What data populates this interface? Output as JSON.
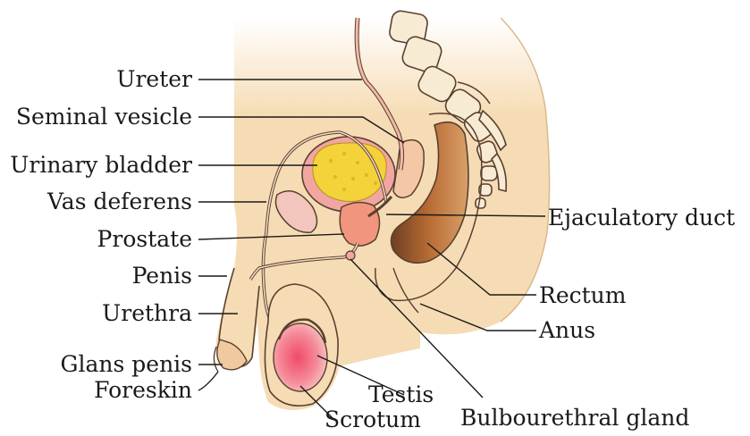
{
  "labels": {
    "ureter": "Ureter",
    "seminal_vesicle": "Seminal vesicle",
    "urinary_bladder": "Urinary bladder",
    "vas_deferens": "Vas deferens",
    "prostate": "Prostate",
    "penis": "Penis",
    "urethra": "Urethra",
    "glans_penis": "Glans penis",
    "foreskin": "Foreskin",
    "testis": "Testis",
    "scrotum": "Scrotum",
    "bulbourethral_gland": "Bulbourethral gland",
    "anus": "Anus",
    "rectum": "Rectum",
    "ejaculatory_duct": "Ejaculatory duct"
  },
  "colors": {
    "skin": "#f6dcb4",
    "skin_shadow": "#e9c494",
    "bladder_wall": "#f2a6a2",
    "bladder_fill": "#f3d23a",
    "testis": "#f07c8c",
    "rectum_dark": "#8a5230",
    "rectum_mid": "#c57a3e",
    "bone": "#f7ebd3",
    "outline": "#5a4030"
  }
}
